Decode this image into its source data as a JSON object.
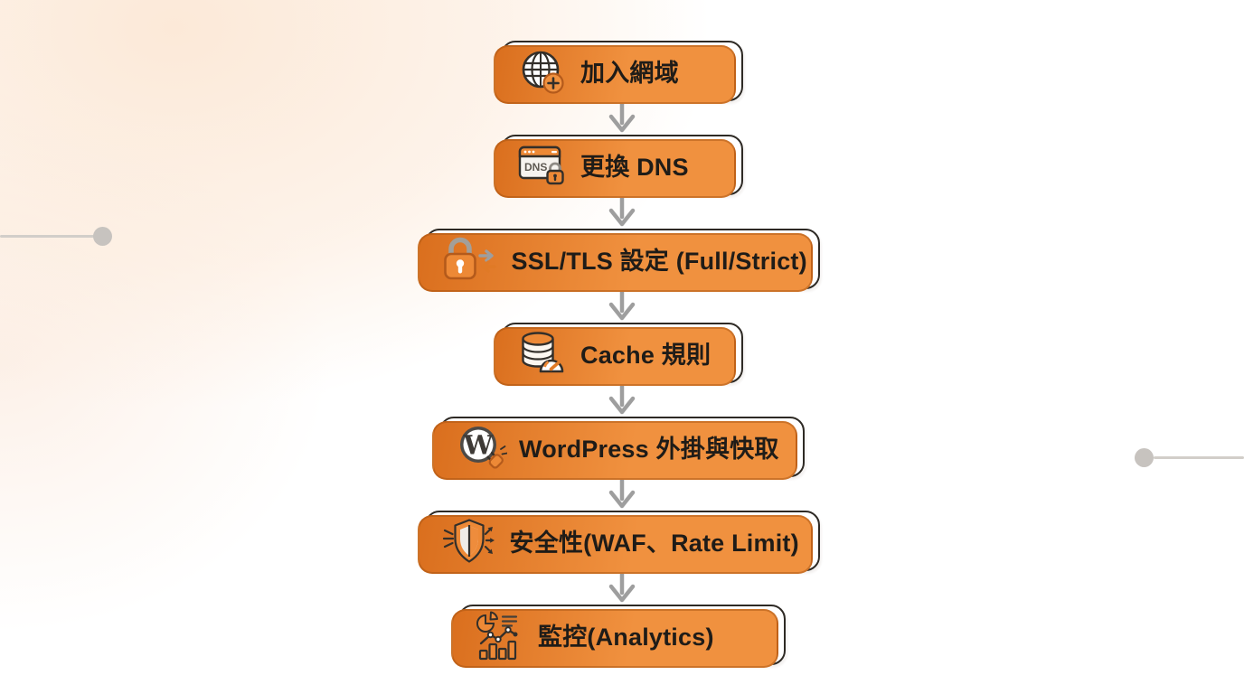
{
  "flow": {
    "steps": [
      {
        "icon": "globe-add-icon",
        "label": "加入網域"
      },
      {
        "icon": "dns-window-icon",
        "label": "更換 DNS",
        "icon_text": "DNS"
      },
      {
        "icon": "ssl-lock-sync-icon",
        "label": "SSL/TLS 設定 (Full/Strict)"
      },
      {
        "icon": "cache-database-gauge-icon",
        "label": "Cache 規則"
      },
      {
        "icon": "wordpress-plugin-icon",
        "label": "WordPress 外掛與快取",
        "icon_text": "W"
      },
      {
        "icon": "security-shield-icon",
        "label": "安全性(WAF、Rate Limit)"
      },
      {
        "icon": "analytics-charts-icon",
        "label": "監控(Analytics)"
      }
    ]
  },
  "colors": {
    "accent_orange": "#ED8936",
    "accent_orange_dark": "#DA6F1E",
    "outline_dark": "#2E2A25",
    "arrow_gray": "#9E9E9E",
    "connector_gray": "#C7C3BF",
    "background_peach": "#FCE9D8"
  }
}
